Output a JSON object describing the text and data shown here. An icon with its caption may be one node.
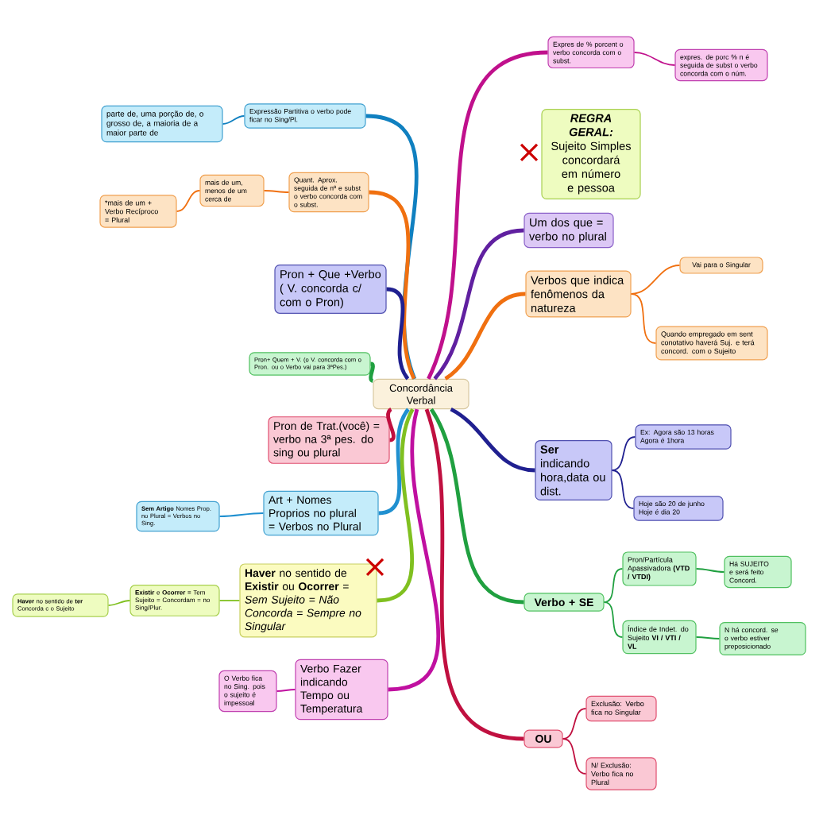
{
  "diagram": {
    "nodes": [
      {
        "text": [
          "Concordância Verbal"
        ]
      },
      {
        "text": [
          "Expres de % porcent o verbo concorda com o subst."
        ]
      },
      {
        "text": [
          "expres. de porc % n é seguida de subst o verbo concorda com o núm."
        ]
      },
      {
        "text": [
          "REGRA GERAL:",
          "Sujeito Simples concordará em número e pessoa"
        ]
      },
      {
        "text": [
          "Um dos que = verbo no plural"
        ]
      },
      {
        "text": [
          "Verbos que indica fenômenos da natureza"
        ]
      },
      {
        "text": [
          "Vai para o Singular"
        ]
      },
      {
        "text": [
          "Quando empregado em sent conotativo haverá Suj. e terá concord. com o Sujeito"
        ]
      },
      {
        "text": [
          "**Ser** indicando hora,data ou dist."
        ]
      },
      {
        "text": [
          "Ex: Agora são 13 horas Agora é 1hora"
        ]
      },
      {
        "text": [
          "Hoje são 20 de junho Hoje é dia 20"
        ]
      },
      {
        "text": [
          "Verbo + SE"
        ]
      },
      {
        "text": [
          "Pron/Partícula Apassivadora **(VTD / VTDI)**"
        ]
      },
      {
        "text": [
          "Há SUJEITO e será feito Concord."
        ]
      },
      {
        "text": [
          "Índice de Indet. do Sujeito **VI / VTI / VL**"
        ]
      },
      {
        "text": [
          "N há concord. se o verbo estiver preposicionado"
        ]
      },
      {
        "text": [
          "OU"
        ]
      },
      {
        "text": [
          "Exclusão: Verbo fica no Singular"
        ]
      },
      {
        "text": [
          "N/ Exclusão: Verbo fica no Plural"
        ]
      },
      {
        "text": [
          "Expressão Partitiva o verbo pode ficar no Sing/Pl."
        ]
      },
      {
        "text": [
          "parte de, uma porção de, o grosso de, a maioria de a maior parte de"
        ]
      },
      {
        "text": [
          "Quant. Aprox. seguida de nº e subst o verbo concorda com o subst."
        ]
      },
      {
        "text": [
          "mais de um, menos de um cerca de"
        ]
      },
      {
        "text": [
          "*mais de um + Verbo Recíproco = Plural"
        ]
      },
      {
        "text": [
          "Pron + Que +Verbo ( V. concorda c/ com o Pron)"
        ]
      },
      {
        "text": [
          "Pron+ Quem + V. (o V. concorda com o Pron. ou o Verbo vai para 3ªPes.)"
        ]
      },
      {
        "text": [
          "Pron de Trat.(você) = verbo na 3ª pes. do sing ou plural"
        ]
      },
      {
        "text": [
          "Art + Nomes Proprios no plural = Verbos no Plural"
        ]
      },
      {
        "text": [
          "**Sem Artigo** Nomes Prop. no Plural = Verbos no Sing."
        ]
      },
      {
        "text": [
          "**Haver** no sentido de **Existir** ou **Ocorrer** = *Sem Sujeito = Não Concorda = Sempre no Singular*"
        ]
      },
      {
        "text": [
          "**Existir** e **Ocorrer** = Tem Sujeito = Concordam = no Sing/Plur."
        ]
      },
      {
        "text": [
          "**Haver** no sentido de **ter** Concorda c o Sujeito"
        ]
      },
      {
        "text": [
          "Verbo Fazer indicando Tempo ou Temperatura"
        ]
      },
      {
        "text": [
          "O Verbo fica no Sing. pois o sujeito é impessoal"
        ]
      }
    ],
    "edges": [
      {
        "from": 0,
        "to": 1,
        "arrow": "none",
        "style": "thick",
        "color": "#c0108c"
      },
      {
        "from": 1,
        "to": 2,
        "arrow": "none",
        "color": "#c0108c"
      },
      {
        "from": 0,
        "to": 4,
        "arrow": "none",
        "style": "thick",
        "color": "#6020a0"
      },
      {
        "from": 0,
        "to": 5,
        "arrow": "none",
        "style": "thick",
        "color": "#f07010"
      },
      {
        "from": 5,
        "to": 6,
        "arrow": "none",
        "color": "#f07010"
      },
      {
        "from": 5,
        "to": 7,
        "arrow": "none",
        "color": "#f07010"
      },
      {
        "from": 0,
        "to": 8,
        "arrow": "none",
        "style": "thick",
        "color": "#202090"
      },
      {
        "from": 8,
        "to": 9,
        "arrow": "none",
        "color": "#202090"
      },
      {
        "from": 8,
        "to": 10,
        "arrow": "none",
        "color": "#202090"
      },
      {
        "from": 0,
        "to": 11,
        "arrow": "none",
        "style": "thick",
        "color": "#20a040"
      },
      {
        "from": 11,
        "to": 12,
        "arrow": "none",
        "color": "#20a040"
      },
      {
        "from": 12,
        "to": 13,
        "arrow": "none",
        "color": "#20a040"
      },
      {
        "from": 11,
        "to": 14,
        "arrow": "none",
        "color": "#20a040"
      },
      {
        "from": 14,
        "to": 15,
        "arrow": "none",
        "color": "#20a040"
      },
      {
        "from": 0,
        "to": 16,
        "arrow": "none",
        "style": "thick",
        "color": "#c01040"
      },
      {
        "from": 16,
        "to": 17,
        "arrow": "none",
        "color": "#c01040"
      },
      {
        "from": 16,
        "to": 18,
        "arrow": "none",
        "color": "#c01040"
      },
      {
        "from": 0,
        "to": 19,
        "arrow": "none",
        "style": "thick",
        "color": "#1080c0"
      },
      {
        "from": 19,
        "to": 20,
        "arrow": "none",
        "color": "#1080c0"
      },
      {
        "from": 0,
        "to": 21,
        "arrow": "none",
        "style": "thick",
        "color": "#f07010"
      },
      {
        "from": 21,
        "to": 22,
        "arrow": "none",
        "color": "#f07010"
      },
      {
        "from": 22,
        "to": 23,
        "arrow": "none",
        "color": "#f07010"
      },
      {
        "from": 0,
        "to": 24,
        "arrow": "none",
        "style": "thick",
        "color": "#202090"
      },
      {
        "from": 0,
        "to": 25,
        "arrow": "none",
        "style": "thick",
        "color": "#20a040"
      },
      {
        "from": 0,
        "to": 26,
        "arrow": "none",
        "style": "thick",
        "color": "#c01040"
      },
      {
        "from": 0,
        "to": 27,
        "arrow": "none",
        "style": "thick",
        "color": "#2090d0"
      },
      {
        "from": 27,
        "to": 28,
        "arrow": "none",
        "color": "#2090d0"
      },
      {
        "from": 0,
        "to": 29,
        "arrow": "none",
        "style": "thick",
        "color": "#80c020"
      },
      {
        "from": 29,
        "to": 30,
        "arrow": "none",
        "color": "#80c020"
      },
      {
        "from": 30,
        "to": 31,
        "arrow": "none",
        "color": "#80c020"
      },
      {
        "from": 0,
        "to": 32,
        "arrow": "none",
        "style": "thick",
        "color": "#c010a0"
      },
      {
        "from": 32,
        "to": 33,
        "arrow": "none",
        "color": "#c010a0"
      }
    ]
  }
}
